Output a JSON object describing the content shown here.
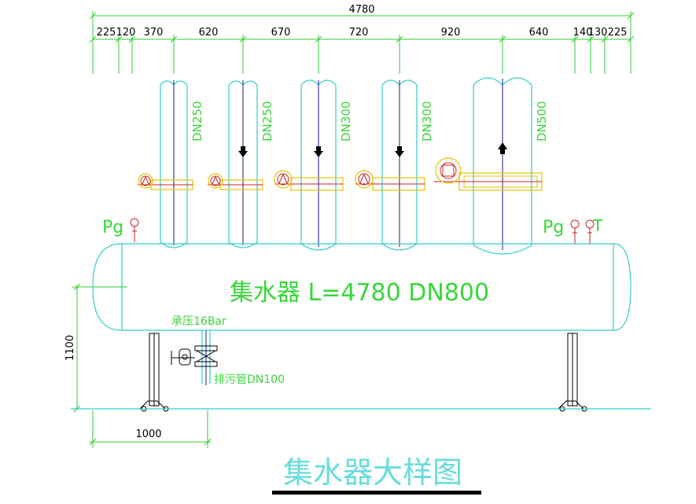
{
  "top_total_dimension": "4780",
  "top_segment_dimensions": [
    "225",
    "120",
    "370",
    "620",
    "670",
    "720",
    "920",
    "640",
    "140",
    "130",
    "225"
  ],
  "pipes": [
    {
      "label": "DN250",
      "flow": "none"
    },
    {
      "label": "DN250",
      "flow": "down"
    },
    {
      "label": "DN300",
      "flow": "down"
    },
    {
      "label": "DN300",
      "flow": "down"
    },
    {
      "label": "DN500",
      "flow": "up"
    }
  ],
  "gauge_labels": {
    "left_pressure": "Pg",
    "right_pressure": "Pg",
    "right_temperature": "T"
  },
  "vessel_label": "集水器  L=4780  DN800",
  "pressure_rating": "承压16Bar",
  "drain_label": "排污管DN100",
  "height_dimension": "1100",
  "support_offset_dimension": "1000",
  "drawing_title": "集水器大样图",
  "colors": {
    "background": "#ffffff",
    "vessel_cyan": "#33cccc",
    "text_green": "#39d639",
    "dimension_green": "#33cc33",
    "valve_red": "#cc2222",
    "flange_yellow": "#e6c200",
    "centerline_blue": "#1a1a99",
    "support_black": "#000000",
    "title_cyan": "#66dddd"
  }
}
